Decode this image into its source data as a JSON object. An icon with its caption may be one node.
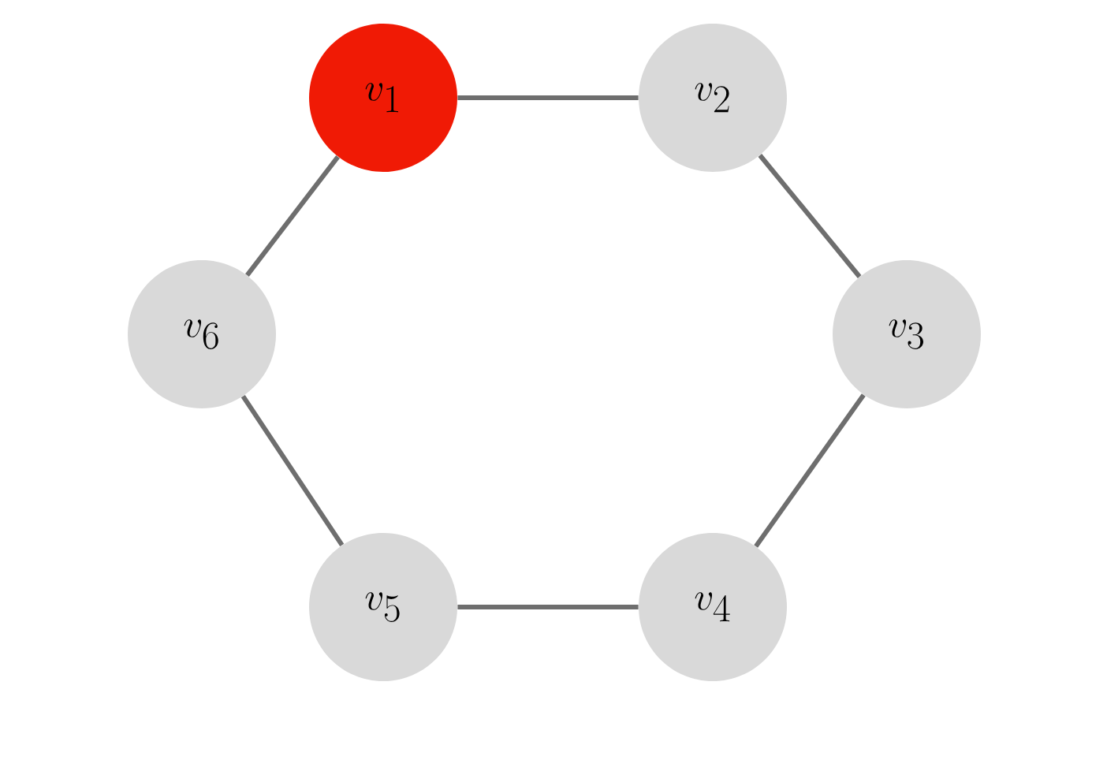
{
  "diagram": {
    "nodes": [
      {
        "text": [
          "v_1"
        ]
      },
      {
        "text": [
          "v_2"
        ]
      },
      {
        "text": [
          "v_3"
        ]
      },
      {
        "text": [
          "v_4"
        ]
      },
      {
        "text": [
          "v_5"
        ]
      },
      {
        "text": [
          "v_6"
        ]
      }
    ],
    "edges": [
      {
        "from": 0,
        "to": 1,
        "arrow": "none"
      },
      {
        "from": 1,
        "to": 2,
        "arrow": "none"
      },
      {
        "from": 2,
        "to": 3,
        "arrow": "none"
      },
      {
        "from": 3,
        "to": 4,
        "arrow": "none"
      },
      {
        "from": 4,
        "to": 5,
        "arrow": "none"
      },
      {
        "from": 5,
        "to": 0,
        "arrow": "none"
      }
    ]
  }
}
